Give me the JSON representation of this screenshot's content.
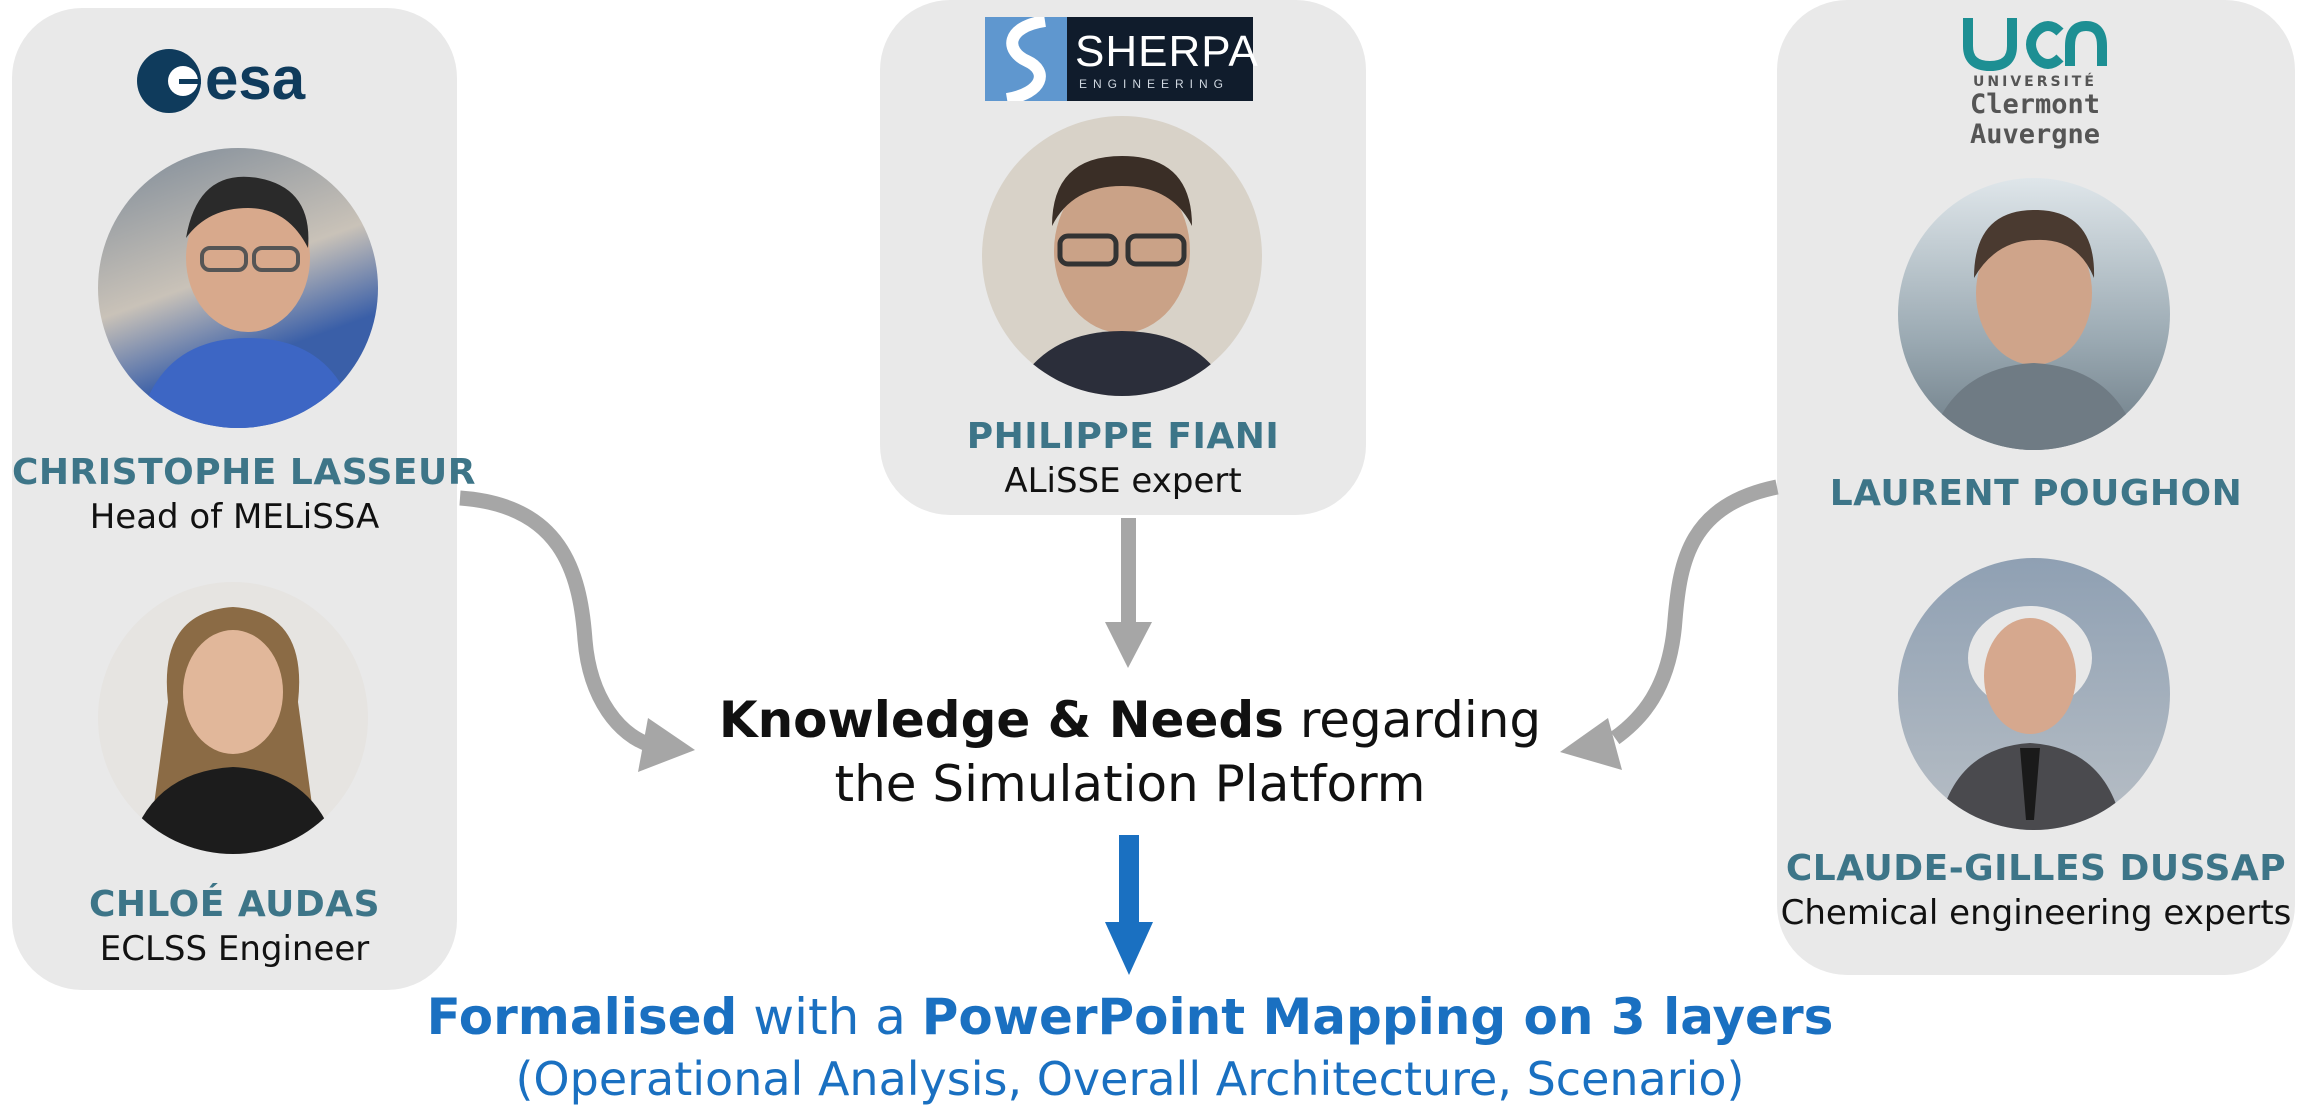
{
  "colors": {
    "panel": "#e9e9e9",
    "name_teal": "#3d7588",
    "arrow_gray": "#a6a6a6",
    "accent_blue": "#1a70c1"
  },
  "esa": {
    "logo_text": "esa"
  },
  "sherpa": {
    "logo_text": "SHERPA",
    "logo_sub": "ENGINEERING"
  },
  "uca": {
    "logo_line1": "UNIVERSITÉ",
    "logo_line2": "Clermont",
    "logo_line3": "Auvergne"
  },
  "people": {
    "christophe": {
      "name": "CHRISTOPHE LASSEUR",
      "role": "Head of MELiSSA"
    },
    "chloe": {
      "name": "CHLOÉ AUDAS",
      "role": "ECLSS Engineer"
    },
    "philippe": {
      "name": "PHILIPPE FIANI",
      "role": "ALiSSE expert"
    },
    "laurent": {
      "name": "LAURENT POUGHON"
    },
    "claude": {
      "name": "CLAUDE-GILLES DUSSAP",
      "role": "Chemical engineering experts"
    }
  },
  "center": {
    "bold": "Knowledge & Needs",
    "normal": " regarding",
    "line2": "the Simulation Platform"
  },
  "bottom": {
    "bold1": "Formalised",
    "mid": " with a ",
    "bold2": "PowerPoint Mapping on 3 layers",
    "line2": "(Operational Analysis, Overall Architecture, Scenario)"
  }
}
